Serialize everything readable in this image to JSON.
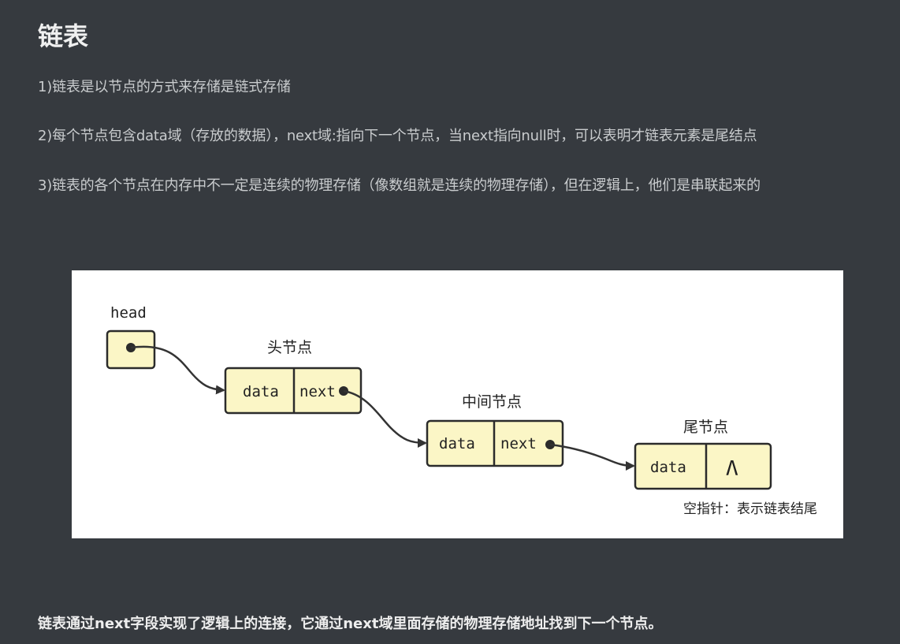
{
  "title": "链表",
  "paragraphs": [
    "1)链表是以节点的方式来存储是链式存储",
    "2)每个节点包含data域（存放的数据），next域:指向下一个节点，当next指向null时，可以表明才链表元素是尾结点",
    "3)链表的各个节点在内存中不一定是连续的物理存储（像数组就是连续的物理存储），但在逻辑上，他们是串联起来的"
  ],
  "diagram": {
    "head_label": "head",
    "nodes": [
      {
        "caption": "头节点",
        "data_label": "data",
        "next_label": "next"
      },
      {
        "caption": "中间节点",
        "data_label": "data",
        "next_label": "next"
      },
      {
        "caption": "尾节点",
        "data_label": "data",
        "next_label": "Λ"
      }
    ],
    "null_note": "空指针：表示链表结尾"
  },
  "summary": "链表通过next字段实现了逻辑上的连接，它通过next域里面存储的物理存储地址找到下一个节点。"
}
